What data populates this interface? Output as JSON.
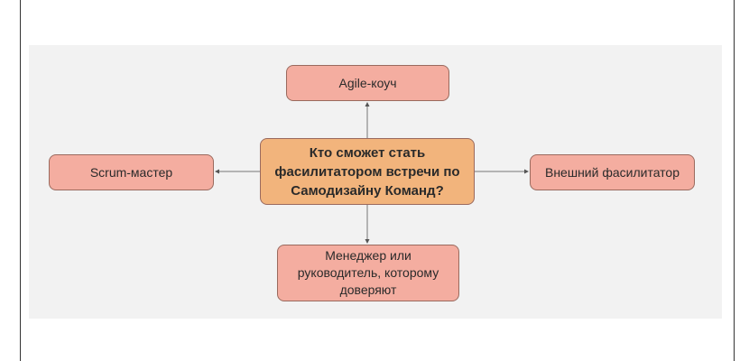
{
  "diagram": {
    "center": "Кто сможет стать фасилитатором встречи по Самодизайну Команд?",
    "nodes": {
      "top": "Agile-коуч",
      "left": "Scrum-мастер",
      "right": "Внешний фасилитатор",
      "bottom": "Менеджер или руководитель, которому доверяют"
    },
    "colors": {
      "node": "#f4ada0",
      "center": "#f2b47c",
      "panel": "#f2f2f2"
    }
  }
}
